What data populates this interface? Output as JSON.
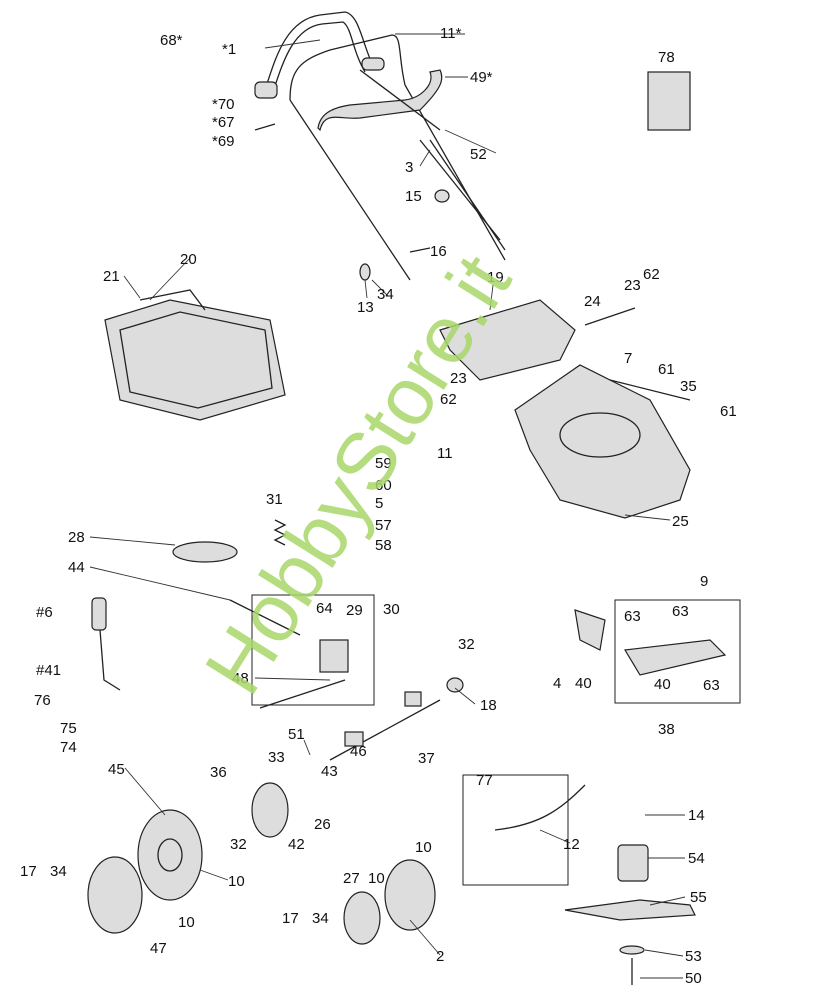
{
  "diagram": {
    "title": "Lawn mower exploded parts diagram",
    "watermark": "HobbyStore.it",
    "watermark_color": "#a9d86a",
    "labels": [
      "68*",
      "*1",
      "11*",
      "49*",
      "*70",
      "*67",
      "*69",
      "52",
      "3",
      "15",
      "16",
      "13",
      "34",
      "21",
      "20",
      "19",
      "23",
      "62",
      "24",
      "7",
      "61",
      "35",
      "61",
      "23",
      "62",
      "59",
      "60",
      "5",
      "11",
      "57",
      "58",
      "25",
      "31",
      "28",
      "44",
      "#6",
      "64",
      "29",
      "30",
      "48",
      "#41",
      "76",
      "75",
      "74",
      "32",
      "18",
      "4",
      "40",
      "9",
      "63",
      "63",
      "63",
      "40",
      "38",
      "51",
      "33",
      "43",
      "46",
      "37",
      "36",
      "32",
      "42",
      "26",
      "45",
      "10",
      "17",
      "34",
      "47",
      "10",
      "77",
      "12",
      "14",
      "54",
      "55",
      "53",
      "50",
      "27",
      "10",
      "10",
      "2",
      "17",
      "34",
      "78"
    ]
  }
}
